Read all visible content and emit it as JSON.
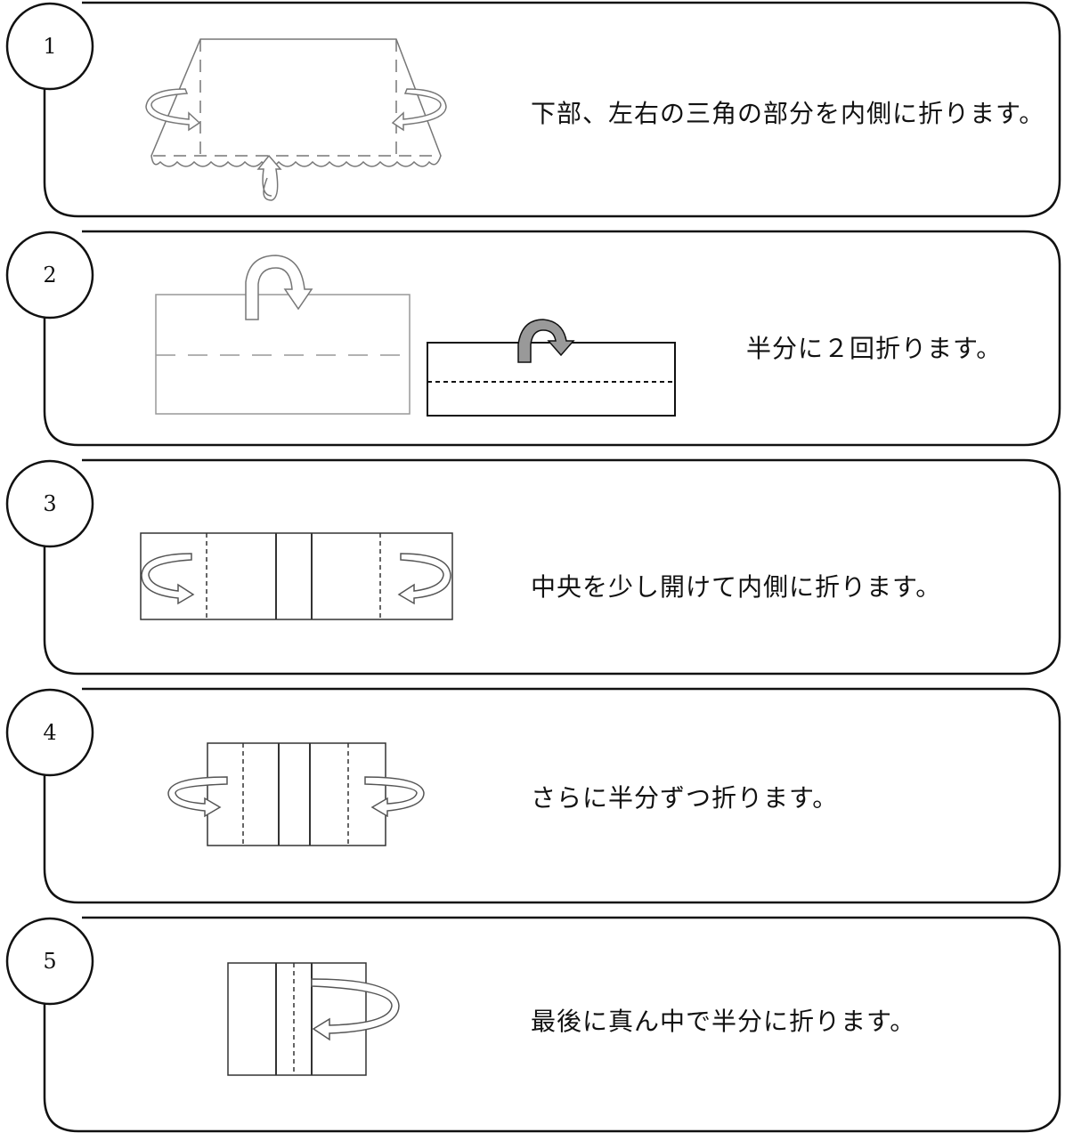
{
  "steps": [
    {
      "number": "1",
      "instruction": "下部、左右の三角の部分を内側に折ります。"
    },
    {
      "number": "2",
      "instruction": "半分に２回折ります。"
    },
    {
      "number": "3",
      "instruction": "中央を少し開けて内側に折ります。"
    },
    {
      "number": "4",
      "instruction": "さらに半分ずつ折ります。"
    },
    {
      "number": "5",
      "instruction": "最後に真ん中で半分に折ります。"
    }
  ]
}
